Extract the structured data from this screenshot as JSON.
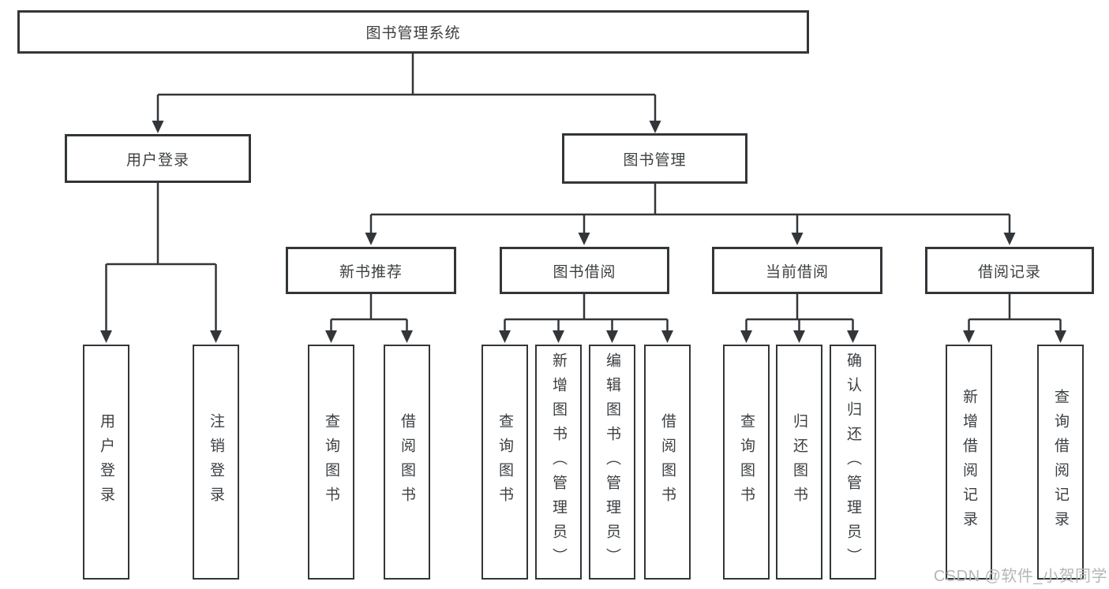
{
  "diagram_title": "图书管理系统",
  "tree": {
    "label": "图书管理系统",
    "children": [
      {
        "label": "用户登录",
        "children": [
          {
            "label": "用户登录"
          },
          {
            "label": "注销登录"
          }
        ]
      },
      {
        "label": "图书管理",
        "children": [
          {
            "label": "新书推荐",
            "children": [
              {
                "label": "查询图书"
              },
              {
                "label": "借阅图书"
              }
            ]
          },
          {
            "label": "图书借阅",
            "children": [
              {
                "label": "查询图书"
              },
              {
                "label": "新增图书（管理员）"
              },
              {
                "label": "编辑图书（管理员）"
              },
              {
                "label": "借阅图书"
              }
            ]
          },
          {
            "label": "当前借阅",
            "children": [
              {
                "label": "查询图书"
              },
              {
                "label": "归还图书"
              },
              {
                "label": "确认归还（管理员）"
              }
            ]
          },
          {
            "label": "借阅记录",
            "children": [
              {
                "label": "新增借阅记录"
              },
              {
                "label": "查询借阅记录"
              }
            ]
          }
        ]
      }
    ]
  },
  "watermark": {
    "text": "CSDN @软件_小贺同学"
  },
  "colors": {
    "line": "#333639",
    "node_border": "#333639",
    "node_text": "#3c4043",
    "background": "#ffffff",
    "watermark_text": "#b5b6b8"
  }
}
